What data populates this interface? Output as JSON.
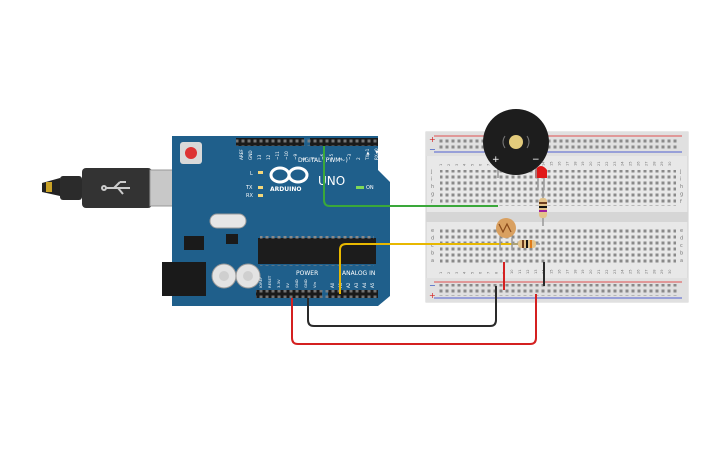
{
  "board": {
    "brand": "ARDUINO",
    "model": "UNO",
    "digital_label": "DIGITAL (PWM~)",
    "power_label": "POWER",
    "analog_label": "ANALOG IN",
    "on_label": "ON",
    "l_label": "L",
    "tx_label": "TX",
    "rx_label": "RX",
    "top_pins": [
      "AREF",
      "GND",
      "13",
      "12",
      "~11",
      "~10",
      "~9",
      "8",
      "7",
      "~6",
      "~5",
      "4",
      "~3",
      "2",
      "TX▶1",
      "RX◀0"
    ],
    "power_pins": [
      "IOREF",
      "RESET",
      "3.3V",
      "5V",
      "GND",
      "GND",
      "Vin"
    ],
    "analog_pins": [
      "A0",
      "A1",
      "A2",
      "A3",
      "A4",
      "A5"
    ]
  },
  "breadboard": {
    "column_numbers": [
      "1",
      "2",
      "3",
      "4",
      "5",
      "6",
      "7",
      "8",
      "9",
      "10",
      "11",
      "12",
      "13",
      "14",
      "15",
      "16",
      "17",
      "18",
      "19",
      "20",
      "21",
      "22",
      "23",
      "24",
      "25",
      "26",
      "27",
      "28",
      "29",
      "30"
    ],
    "row_letters_top": [
      "j",
      "i",
      "h",
      "g",
      "f"
    ],
    "row_letters_bottom": [
      "e",
      "d",
      "c",
      "b",
      "a"
    ],
    "rail_plus": "+",
    "rail_minus": "−"
  },
  "buzzer": {
    "plus": "+",
    "minus": "−"
  },
  "colors": {
    "board": "#1f5f8b",
    "wire_green": "#3aa83a",
    "wire_yellow": "#e8b800",
    "wire_black": "#2a2a2a",
    "wire_red": "#d42020",
    "led": "#e01818"
  }
}
